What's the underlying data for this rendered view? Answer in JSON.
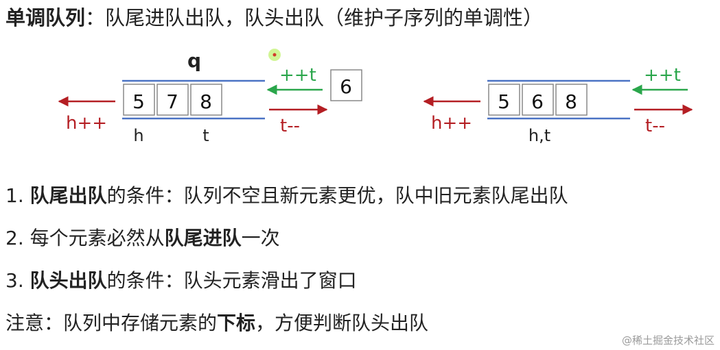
{
  "title": {
    "bold": "单调队列",
    "rest": "：队尾进队出队，队头出队（维护子序列的单调性）"
  },
  "diagram_left": {
    "queue_label": "q",
    "cells": [
      "5",
      "7",
      "8"
    ],
    "incoming": "6",
    "head_move": "h++",
    "tail_in": "++t",
    "tail_out": "t--",
    "head_pointer": "h",
    "tail_pointer": "t"
  },
  "diagram_right": {
    "cells": [
      "5",
      "6",
      "8"
    ],
    "head_move": "h++",
    "tail_in": "++t",
    "tail_out": "t--",
    "pointer": "h,t"
  },
  "colors": {
    "red": "#b41e23",
    "green": "#2aa64b",
    "blue": "#4a72c4"
  },
  "notes": [
    {
      "prefix": "1. ",
      "bold": "队尾出队",
      "rest": "的条件：队列不空且新元素更优，队中旧元素队尾出队"
    },
    {
      "prefix": "2. 每个元素必然从",
      "bold": "队尾进队",
      "rest": "一次"
    },
    {
      "prefix": "3. ",
      "bold": "队头出队",
      "rest": "的条件：队头元素滑出了窗口"
    },
    {
      "prefix": "注意：队列中存储元素的",
      "bold": "下标",
      "rest": "，方便判断队头出队"
    }
  ],
  "watermark": "@稀土掘金技术社区"
}
